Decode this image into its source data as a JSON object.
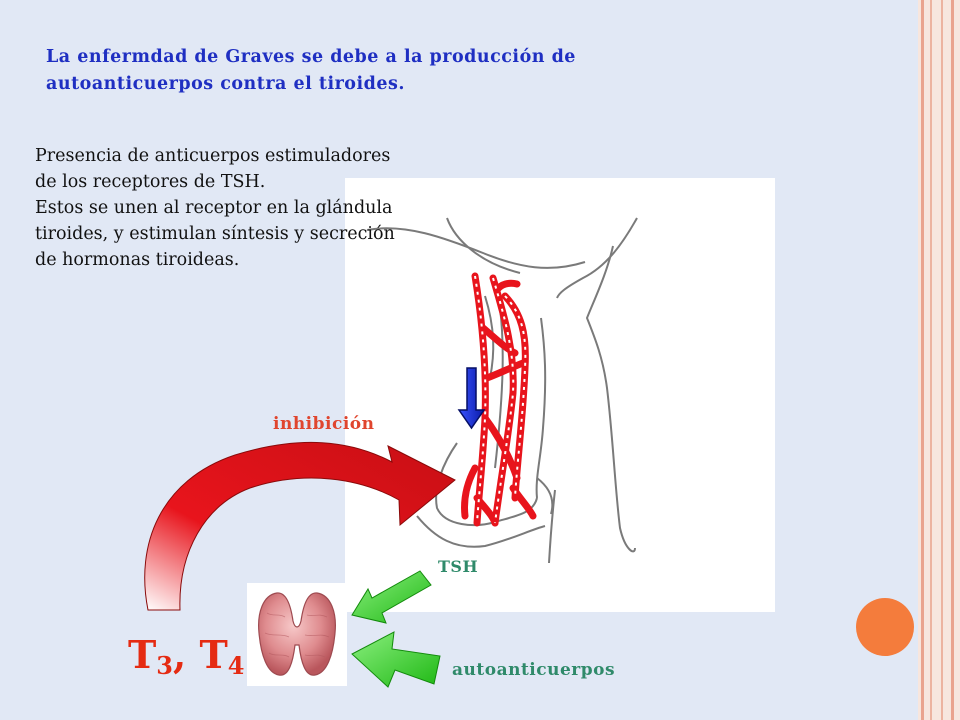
{
  "slide": {
    "title": "La enfermdad de Graves se debe a la producción de autoanticuerpos contra el tiroides.",
    "paragraph_1": "Presencia de anticuerpos estimuladores de los receptores de TSH.",
    "paragraph_2": "Estos se unen al receptor en la glándula tiroides, y estimulan síntesis y secreción de hormonas tiroideas."
  },
  "diagram": {
    "label_inhibition": "inhibición",
    "label_tsh": "TSH",
    "label_autoantibodies": "autoanticuerpos",
    "hormones": {
      "t": "T",
      "sub_3": "3",
      "separator": ", ",
      "sub_4": "4"
    }
  },
  "colors": {
    "background": "#e1e8f5",
    "title": "#1f2fc2",
    "blood_vessels": "#e8141c",
    "label_red": "#e0452e",
    "label_green": "#2f8a6a",
    "arrow_green": "#27cc1f",
    "arrow_blue": "#1228d8",
    "accent_orange": "#f47c3c"
  },
  "icons": [
    "curved-red-arrow-icon",
    "blue-down-arrow-icon",
    "green-arrow-icon",
    "thyroid-gland-icon"
  ]
}
